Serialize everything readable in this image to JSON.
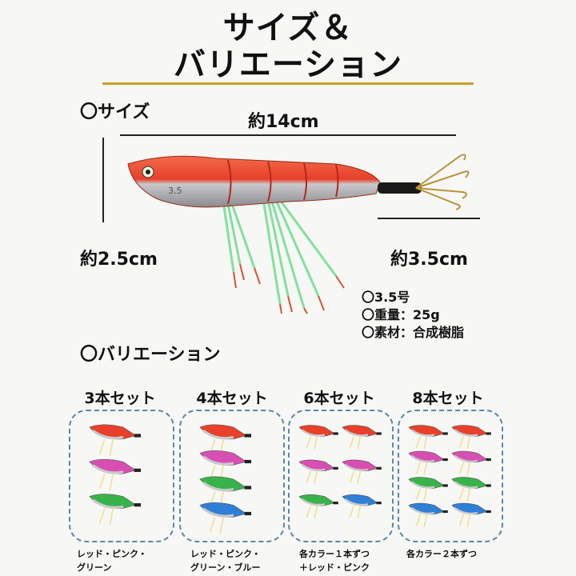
{
  "title": {
    "line1": "サイズ＆",
    "line2": "バリエーション"
  },
  "size_section": {
    "heading": "〇サイズ",
    "length_label": "約14cm",
    "height_label": "約2.5cm",
    "tail_label": "約3.5cm"
  },
  "specs": [
    "〇3.5号",
    "〇重量：25g",
    "〇素材：合成樹脂"
  ],
  "lure_label": "3.5",
  "variation_section": {
    "heading": "〇バリエーション"
  },
  "sets": [
    {
      "label": "3本セット",
      "caption_line1": "レッド・ピンク・",
      "caption_line2": "グリーン",
      "colors": [
        "#e8402a",
        "#d84fb3",
        "#38b34a"
      ]
    },
    {
      "label": "4本セット",
      "caption_line1": "レッド・ピンク・",
      "caption_line2": "グリーン・ブルー",
      "colors": [
        "#e8402a",
        "#d84fb3",
        "#38b34a",
        "#2f7fd6"
      ]
    },
    {
      "label": "6本セット",
      "caption_line1": "各カラー１本ずつ",
      "caption_line2": "＋レッド・ピンク",
      "colors": [
        "#e8402a",
        "#e8402a",
        "#d84fb3",
        "#d84fb3",
        "#38b34a",
        "#2f7fd6"
      ]
    },
    {
      "label": "8本セット",
      "caption_line1": "各カラー２本ずつ",
      "caption_line2": "",
      "colors": [
        "#e8402a",
        "#e8402a",
        "#d84fb3",
        "#d84fb3",
        "#38b34a",
        "#38b34a",
        "#2f7fd6",
        "#2f7fd6"
      ]
    }
  ],
  "colors": {
    "accent_gold": "#c9a227",
    "box_border": "#5c85a8",
    "lure_red": "#e8402a"
  }
}
